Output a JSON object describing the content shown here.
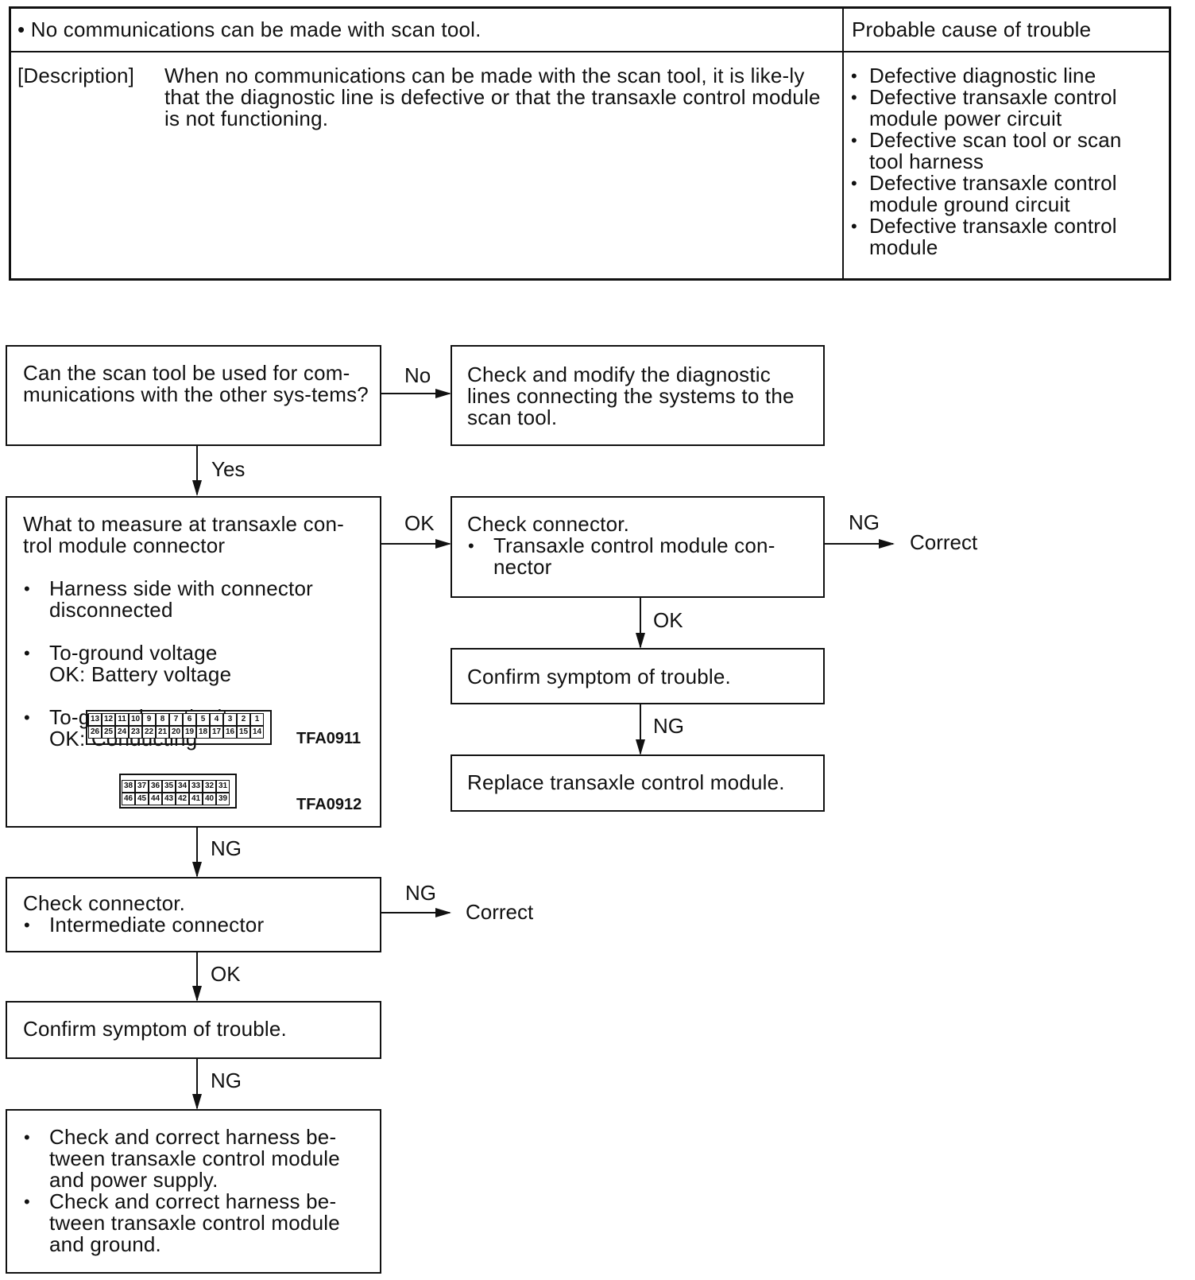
{
  "table": {
    "symptom": "• No communications can be made with scan tool.",
    "cause_header": "Probable cause of trouble",
    "description_label": "[Description]",
    "description_text": "When no communications can be made with the scan tool, it is like-ly that the diagnostic line is defective or that the transaxle control module is not functioning.",
    "causes": [
      "Defective diagnostic line",
      "Defective transaxle control module power circuit",
      "Defective scan tool or scan tool harness",
      "Defective transaxle control module ground circuit",
      "Defective transaxle control module"
    ]
  },
  "flow": {
    "q1": "Can the scan tool be used for com-munications with the other sys-tems?",
    "no_label": "No",
    "check_lines": "Check and modify the diagnostic lines connecting the systems to the scan tool.",
    "yes_label": "Yes",
    "measure_title": "What to measure at transaxle con-trol module connector",
    "measure_items": [
      "Harness side with connector disconnected",
      "To-ground voltage\nOK: Battery voltage",
      "To-ground continuity\nOK: Conducting"
    ],
    "connector1": {
      "id": "TFA0911",
      "top_pins": [
        "13",
        "12",
        "11",
        "10",
        "9",
        "8",
        "7",
        "6",
        "5",
        "4",
        "3",
        "2",
        "1"
      ],
      "bottom_pins": [
        "26",
        "25",
        "24",
        "23",
        "22",
        "21",
        "20",
        "19",
        "18",
        "17",
        "16",
        "15",
        "14"
      ]
    },
    "connector2": {
      "id": "TFA0912",
      "top_pins": [
        "38",
        "37",
        "36",
        "35",
        "34",
        "33",
        "32",
        "31"
      ],
      "bottom_pins": [
        "46",
        "45",
        "44",
        "43",
        "42",
        "41",
        "40",
        "39"
      ]
    },
    "ok_label_1": "OK",
    "check_conn_title": "Check connector.",
    "check_conn_item": "Transaxle control module con-nector",
    "ng_label_1": "NG",
    "correct_1": "Correct",
    "ok_label_2": "OK",
    "confirm_1": "Confirm symptom of trouble.",
    "ng_label_2": "NG",
    "replace": "Replace transaxle control module.",
    "ng_label_3": "NG",
    "inter_title": "Check connector.",
    "inter_item": "Intermediate connector",
    "ng_label_4": "NG",
    "correct_2": "Correct",
    "ok_label_3": "OK",
    "confirm_2": "Confirm symptom of trouble.",
    "ng_label_5": "NG",
    "final_items": [
      "Check and correct harness be-tween transaxle control module and power supply.",
      "Check and correct harness be-tween transaxle control module and ground."
    ]
  }
}
